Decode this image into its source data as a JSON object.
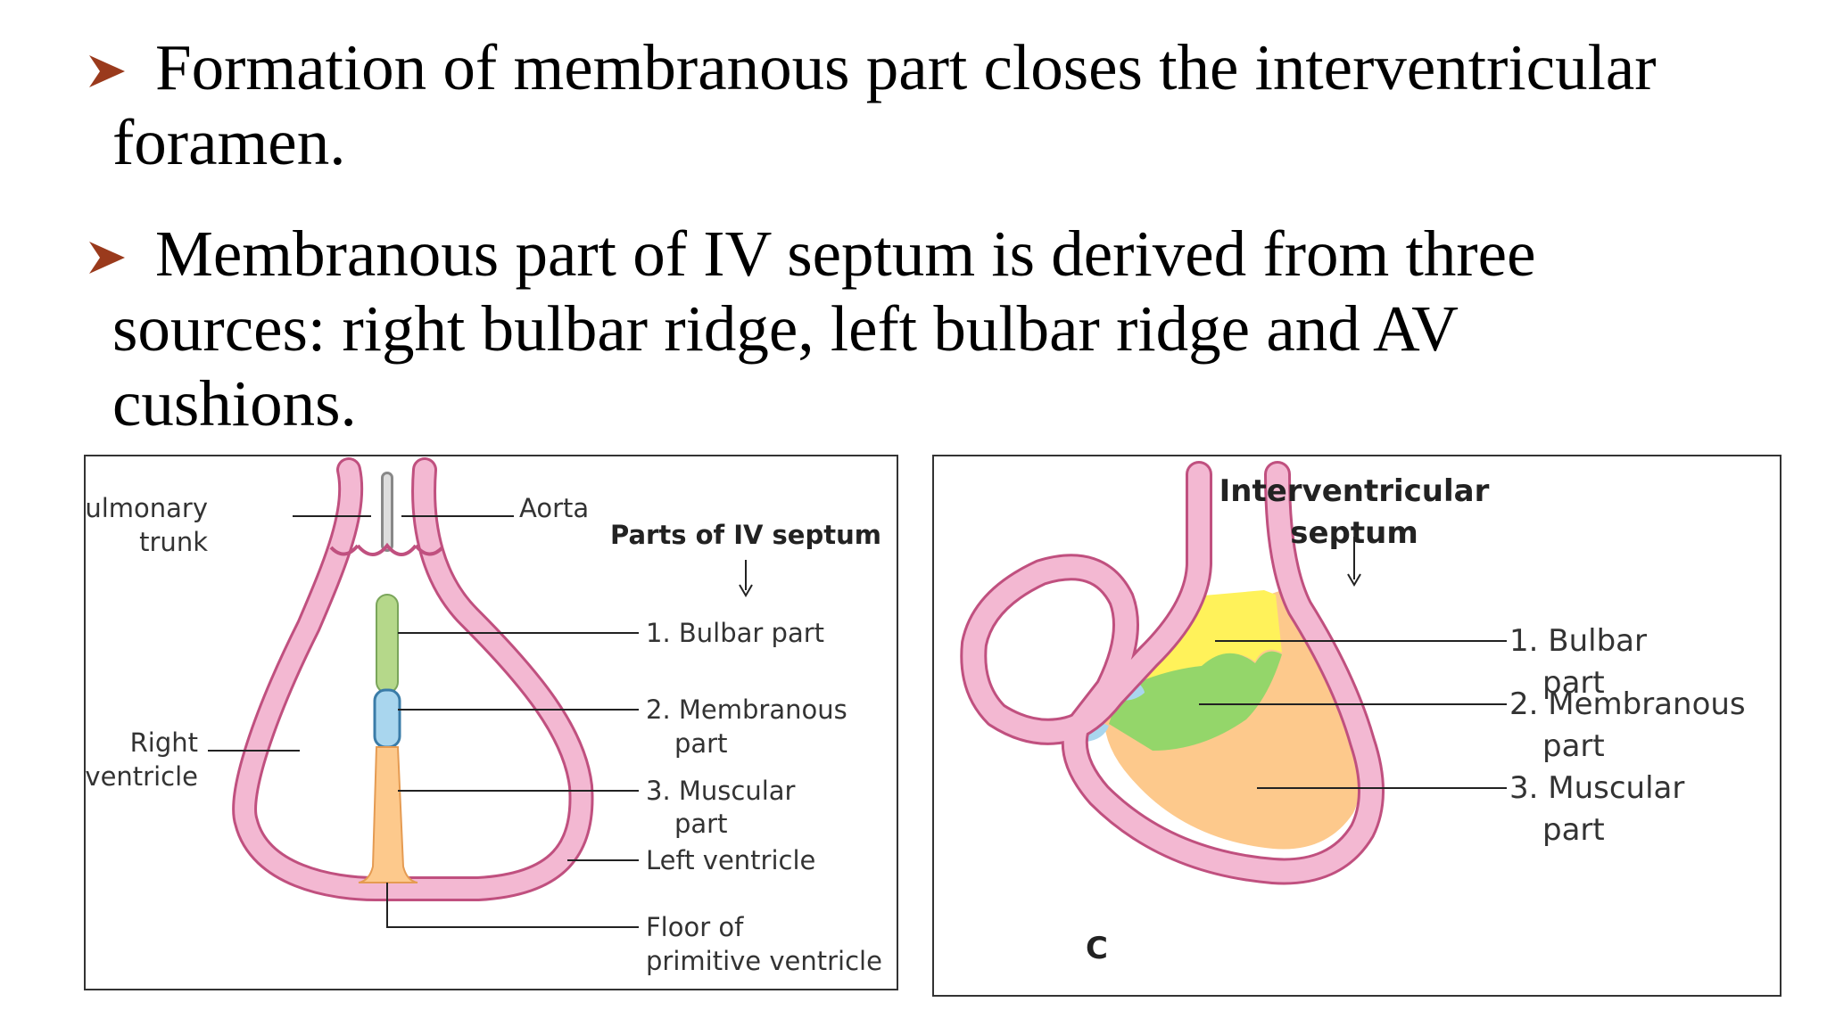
{
  "bullets": [
    {
      "line1": "Formation of membranous part closes the interventricular",
      "rest": [
        "foramen."
      ]
    },
    {
      "line1": "Membranous part of IV septum is derived from three",
      "rest": [
        "sources: right bulbar ridge, left bulbar ridge and AV",
        "cushions."
      ]
    }
  ],
  "figure_left": {
    "pulmonary_trunk": [
      "Pulmonary",
      "trunk"
    ],
    "aorta": "Aorta",
    "right_ventricle": [
      "Right",
      "ventricle"
    ],
    "heading": "Parts of IV septum",
    "bulbar": "1. Bulbar part",
    "membranous": [
      "2. Membranous",
      "part"
    ],
    "muscular": [
      "3. Muscular",
      "part"
    ],
    "left_ventricle": "Left ventricle",
    "floor": [
      "Floor of",
      "primitive ventricle"
    ]
  },
  "figure_right": {
    "heading": [
      "Interventricular",
      "septum"
    ],
    "bulbar": [
      "1. Bulbar",
      "part"
    ],
    "membranous": [
      "2. Membranous",
      "part"
    ],
    "muscular": [
      "3. Muscular",
      "part"
    ],
    "panel_letter": "C"
  },
  "colors": {
    "bullet_arrow": "#9a3a1c",
    "wall_pink": "#f3b8d2",
    "wall_outline": "#c0507f",
    "bulbar_green": "#b5d88a",
    "bulbar_yellow": "#fff25a",
    "membranous_blue": "#a9d6ee",
    "membranous_green": "#94d66a",
    "muscular_orange": "#fdc98c"
  }
}
